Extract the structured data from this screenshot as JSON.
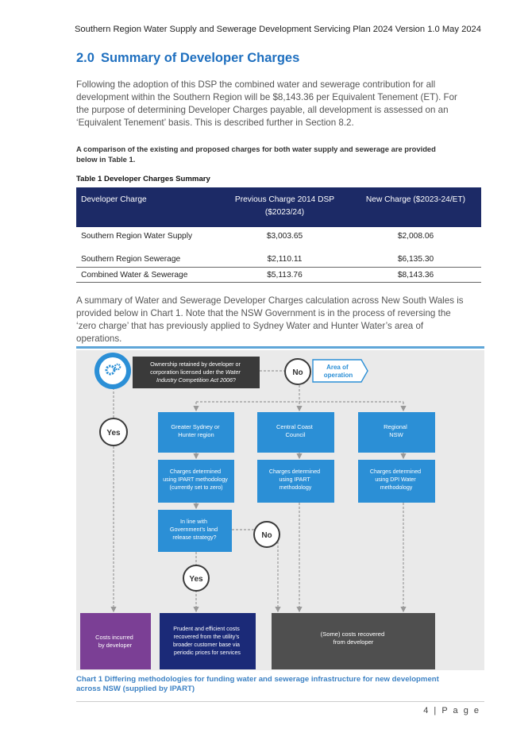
{
  "header": "Southern Region Water Supply and Sewerage Development Servicing Plan 2024 Version 1.0 May 2024",
  "section": {
    "number": "2.0",
    "title": "Summary of Developer Charges"
  },
  "intro_paragraph": [
    "Following the adoption of this DSP the combined water and sewerage contribution for all",
    "development within the Southern Region will be $8,143.36 per Equivalent Tenement (ET). For",
    "the purpose of determining Developer Charges payable, all development is assessed on an",
    "‘Equivalent Tenement’ basis. This is described further in Section 8.2."
  ],
  "comparison_note": [
    "A comparison of the existing and proposed charges for both water supply and sewerage are provided",
    "below in Table 1."
  ],
  "table_caption": "Table 1  Developer Charges Summary",
  "table": {
    "headers": [
      "Developer Charge",
      "Previous Charge 2014 DSP",
      "($2023/24)",
      "New Charge ($2023-24/ET)"
    ],
    "rows": [
      [
        "Southern Region Water Supply",
        "$3,003.65",
        "$2,008.06"
      ],
      [
        "Southern Region Sewerage",
        "$2,110.11",
        "$6,135.30"
      ],
      [
        "Combined Water & Sewerage",
        "$5,113.76",
        "$8,143.36"
      ]
    ]
  },
  "summary_paragraph": [
    "A summary of Water and Sewerage Developer Charges calculation across New South Wales is",
    "provided below in Chart 1. Note that the NSW Government is in the process of reversing the",
    "‘zero charge’ that has previously applied to Sydney Water and Hunter Water’s area of",
    "operations."
  ],
  "flowchart": {
    "question1": [
      "Ownership retained by developer or",
      "corporation licensed uder the ",
      "Water",
      "Industry Competition Act 2006",
      "?"
    ],
    "no": "No",
    "yes": "Yes",
    "area_label": [
      "Area of",
      "operation"
    ],
    "area_greater_sydney": [
      "Greater Sydney or",
      "Hunter region"
    ],
    "area_central_coast": [
      "Central Coast",
      "Council"
    ],
    "area_regional": [
      "Regional",
      "NSW"
    ],
    "charges_sydney": [
      "Charges determined",
      "using IPART methodology",
      "(currently set to zero)"
    ],
    "charges_central": [
      "Charges determined",
      "using IPART",
      "methodology"
    ],
    "charges_regional": [
      "Charges determined",
      "using DPI Water",
      "methodology"
    ],
    "question2": [
      "In line with",
      "Government’s land",
      "release strategy?"
    ],
    "outcome_developer": [
      "Costs incurred",
      "by developer"
    ],
    "outcome_utility": [
      "Prudent and efficient costs",
      "recovered from the utility’s",
      "broader customer base via",
      "periodic prices for services"
    ],
    "outcome_some": [
      "(Some) costs recovered",
      "from developer"
    ],
    "colors": {
      "dark": "#3a3a3a",
      "blue": "#2b8fd6",
      "navy": "#1b2a78",
      "purple": "#7b3f95",
      "gray": "#4f4f4f",
      "bg": "#eaeaea"
    }
  },
  "chart_caption": [
    "Chart 1  Differing methodologies for funding water and sewerage infrastructure for new development",
    "across NSW (supplied by IPART)"
  ],
  "page_number": "4 | P a g e"
}
